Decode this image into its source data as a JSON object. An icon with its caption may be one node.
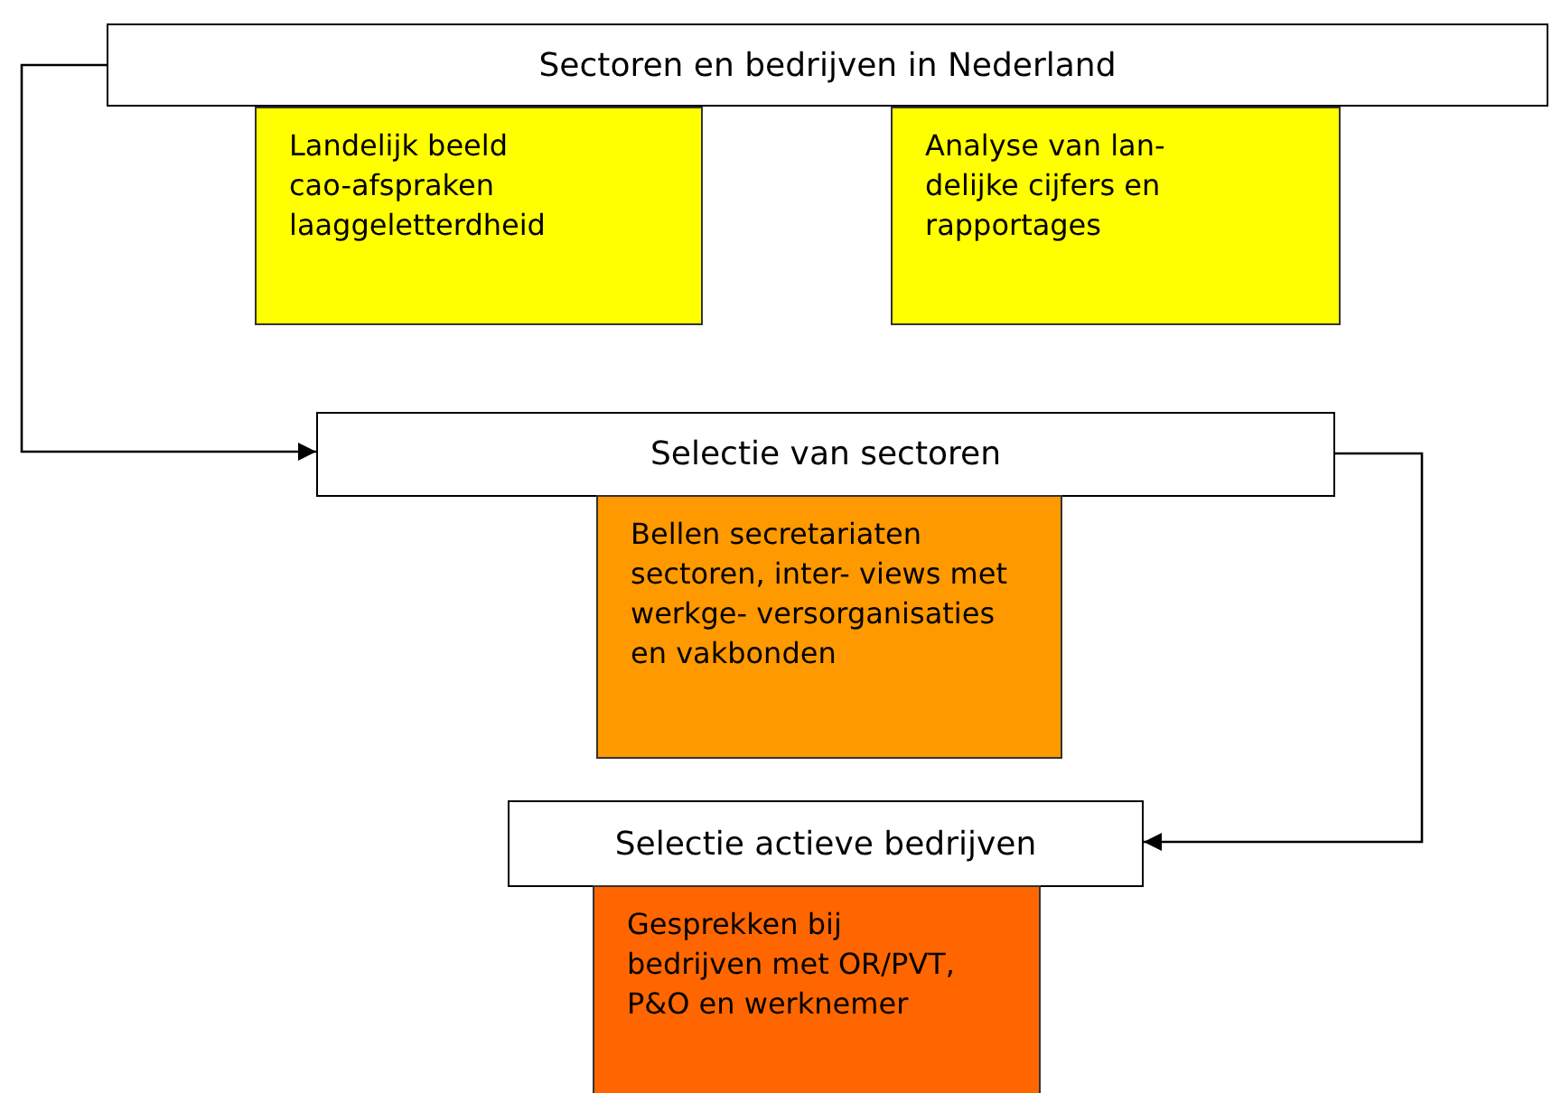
{
  "diagram": {
    "nodes": [
      {
        "text": [
          "Sectoren en bedrijven in Nederland"
        ]
      },
      {
        "text": [
          "Landelijk beeld",
          "cao-afspraken",
          "laaggeletterdheid"
        ]
      },
      {
        "text": [
          "Analyse van lan- delijke cijfers en rapportages"
        ]
      },
      {
        "text": [
          "Selectie van sectoren"
        ]
      },
      {
        "text": [
          "Bellen secretariaten sectoren, inter- views met werkge- versorganisaties en vakbonden"
        ]
      },
      {
        "text": [
          "Selectie actieve bedrijven"
        ]
      },
      {
        "text": [
          "Gesprekken bij bedrijven met OR/PVT, P&O en werknemer"
        ]
      }
    ],
    "edges": [
      {
        "from": 0,
        "to": 3,
        "arrow": "to"
      },
      {
        "from": 3,
        "to": 5,
        "arrow": "to"
      }
    ]
  }
}
